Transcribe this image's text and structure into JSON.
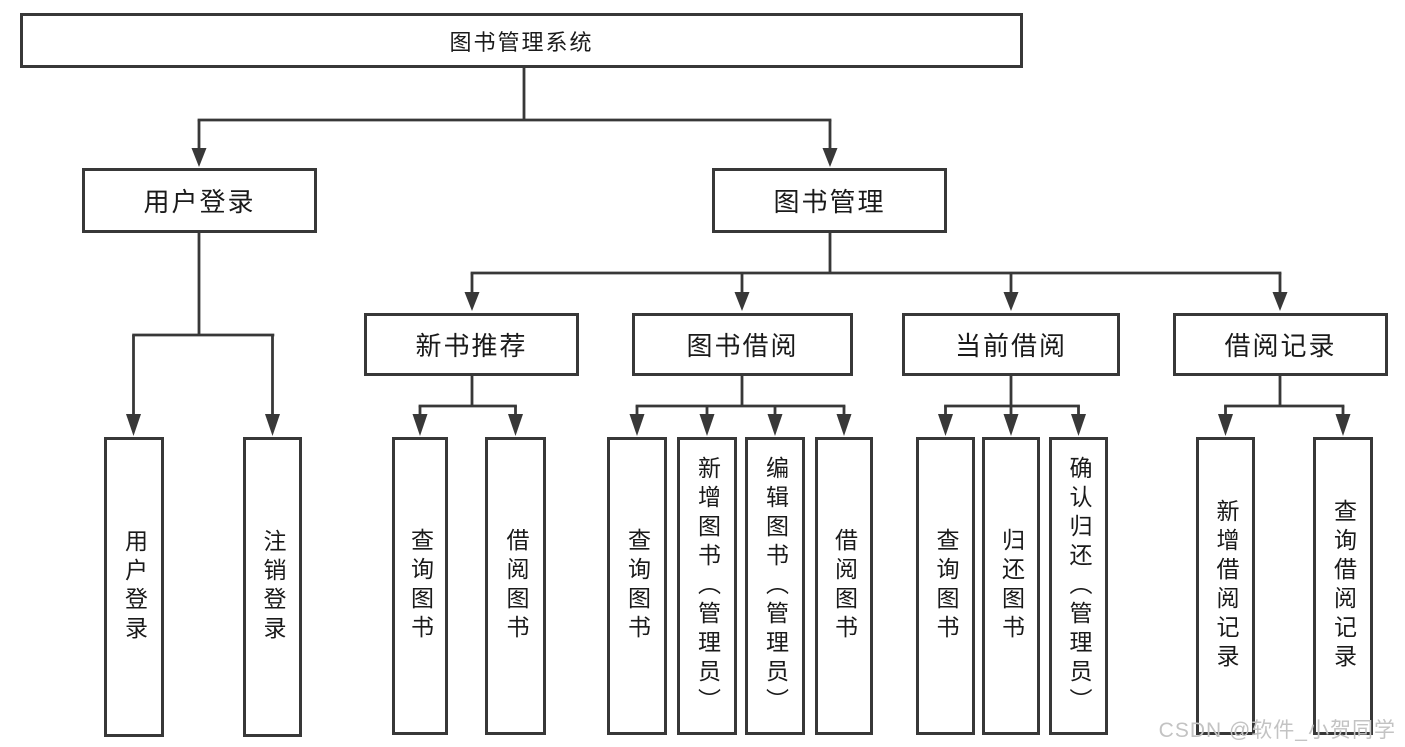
{
  "diagram": {
    "watermark": "CSDN @软件_小贺同学",
    "colors": {
      "line": "#383838",
      "box_border": "#383838",
      "text": "#1a1a1a",
      "watermark": "#c3c3c3",
      "background": "#ffffff"
    },
    "tree": {
      "root": "图书管理系统",
      "children": [
        {
          "label": "用户登录",
          "children": [
            "用户登录",
            "注销登录"
          ]
        },
        {
          "label": "图书管理",
          "children": [
            {
              "label": "新书推荐",
              "children": [
                "查询图书",
                "借阅图书"
              ]
            },
            {
              "label": "图书借阅",
              "children": [
                "查询图书",
                "新增图书（管理员）",
                "编辑图书（管理员）",
                "借阅图书"
              ]
            },
            {
              "label": "当前借阅",
              "children": [
                "查询图书",
                "归还图书",
                "确认归还（管理员）"
              ]
            },
            {
              "label": "借阅记录",
              "children": [
                "新增借阅记录",
                "查询借阅记录"
              ]
            }
          ]
        }
      ]
    }
  }
}
